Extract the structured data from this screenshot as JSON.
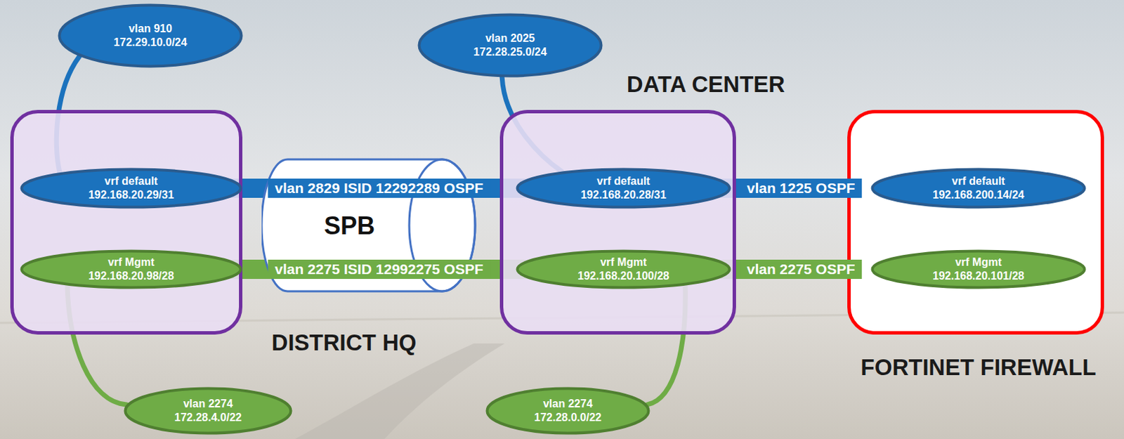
{
  "diagram": {
    "nodes": [
      {
        "text": [
          "DISTRICT HQ"
        ]
      },
      {
        "text": [
          "vrf default",
          "192.168.20.29/31"
        ],
        "in": 0
      },
      {
        "text": [
          "vrf Mgmt",
          "192.168.20.98/28"
        ],
        "in": 0
      },
      {
        "text": [
          "vlan 910",
          "172.29.10.0/24"
        ]
      },
      {
        "text": [
          "vlan 2274",
          "172.28.4.0/22"
        ]
      },
      {
        "text": [
          "SPB"
        ]
      },
      {
        "text": [
          "DATA CENTER"
        ]
      },
      {
        "text": [
          "vrf default",
          "192.168.20.28/31"
        ],
        "in": 6
      },
      {
        "text": [
          "vrf Mgmt",
          "192.168.20.100/28"
        ],
        "in": 6
      },
      {
        "text": [
          "vlan 2025",
          "172.28.25.0/24"
        ]
      },
      {
        "text": [
          "vlan 2274",
          "172.28.0.0/22"
        ]
      },
      {
        "text": [
          "FORTINET FIREWALL"
        ]
      },
      {
        "text": [
          "vrf default",
          "192.168.200.14/24"
        ],
        "in": 11
      },
      {
        "text": [
          "vrf Mgmt",
          "192.168.20.101/28"
        ],
        "in": 11
      }
    ],
    "edges": [
      {
        "from": 3,
        "to": 1,
        "arrow": "none"
      },
      {
        "from": 1,
        "to": 7,
        "label": "vlan 2829 ISID 12292289 OSPF",
        "arrow": "none"
      },
      {
        "from": 2,
        "to": 8,
        "label": "vlan 2275 ISID 12992275 OSPF",
        "arrow": "none"
      },
      {
        "from": 7,
        "to": 12,
        "label": "vlan 1225 OSPF",
        "arrow": "none"
      },
      {
        "from": 8,
        "to": 13,
        "label": "vlan 2275 OSPF",
        "arrow": "none"
      },
      {
        "from": 9,
        "to": 7,
        "arrow": "none"
      },
      {
        "from": 2,
        "to": 4,
        "arrow": "none"
      },
      {
        "from": 8,
        "to": 10,
        "arrow": "none"
      }
    ]
  }
}
